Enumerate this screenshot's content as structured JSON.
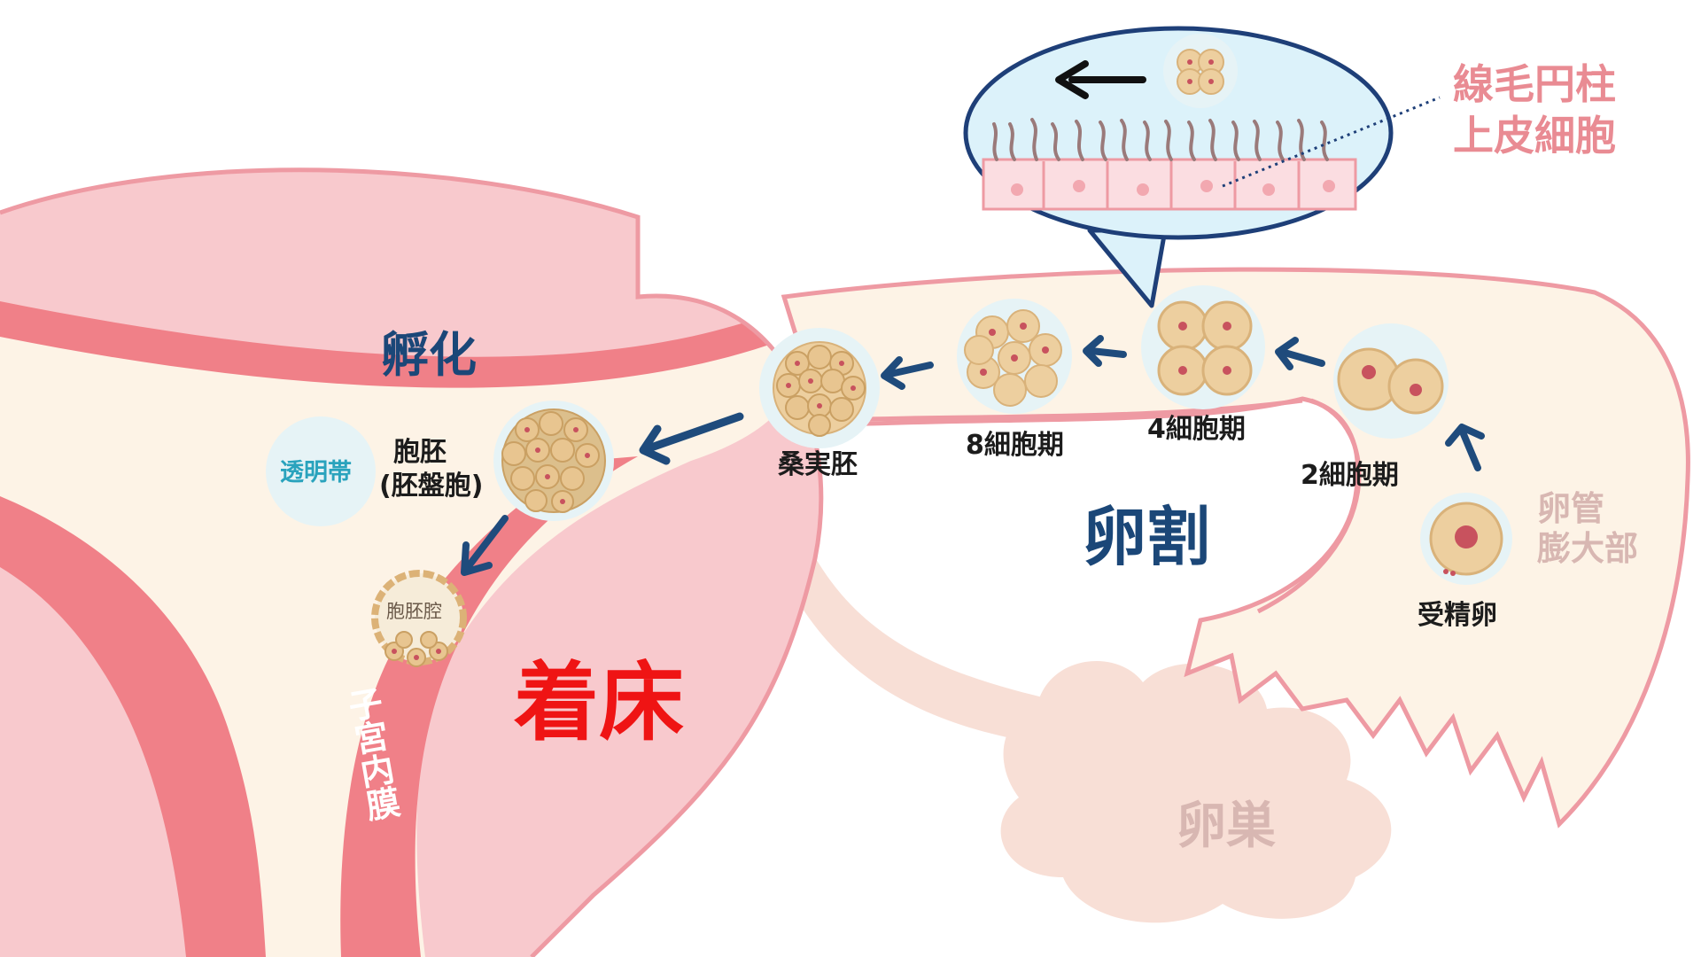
{
  "colors": {
    "uterus_fill": "#f8c9cd",
    "uterus_outline": "#ee9aa3",
    "endometrium": "#f08088",
    "tube_fill": "#fdf3e6",
    "cilia_cell": "#fbdde1",
    "cilia_hair": "#9a7a7a",
    "ovary": "#f8dfd6",
    "cell_bg": "#e6f3f6",
    "cell_body": "#edcf9f",
    "cell_outline": "#d9b27a",
    "nucleus": "#c8525e",
    "arrow": "#1f4b7c",
    "navy_label": "#1b4778",
    "red_label": "#ef1414",
    "pink_label": "#e98b93",
    "grey_label": "#d8b7b2",
    "teal_label": "#2aa3bd",
    "bubble_fill": "#dcf2fa",
    "bubble_outline": "#1e3f78"
  },
  "labels": {
    "cilia_title_line1": "線毛円柱",
    "cilia_title_line2": "上皮細胞",
    "hatching": "孵化",
    "cleavage": "卵割",
    "implantation": "着床",
    "ovary": "卵巣",
    "ampulla_line1": "卵管",
    "ampulla_line2": "膨大部",
    "endometrium": "子宮内膜",
    "zona_pellucida": "透明帯",
    "blastocoel": "胞胚腔",
    "blastocyst_line1": "胞胚",
    "blastocyst_line2": "(胚盤胞)",
    "morula": "桑実胚",
    "eight_cell": "8細胞期",
    "four_cell": "4細胞期",
    "two_cell": "2細胞期",
    "fertilized_egg": "受精卵"
  }
}
